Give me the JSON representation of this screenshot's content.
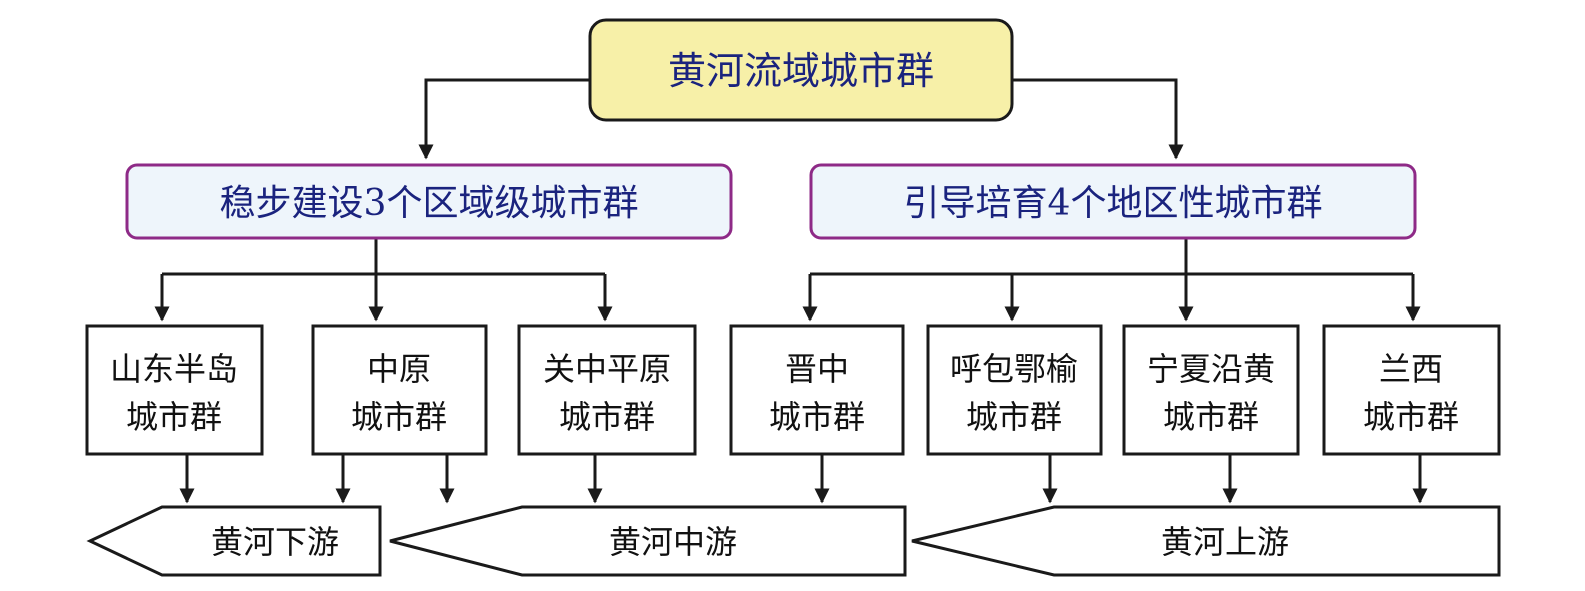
{
  "root": {
    "label": "黄河流域城市群"
  },
  "groups": [
    {
      "label": "稳步建设3个区域级城市群",
      "members": [
        {
          "line1": "山东半岛",
          "line2": "城市群"
        },
        {
          "line1": "中原",
          "line2": "城市群"
        },
        {
          "line1": "关中平原",
          "line2": "城市群"
        }
      ]
    },
    {
      "label": "引导培育4个地区性城市群",
      "members": [
        {
          "line1": "晋中",
          "line2": "城市群"
        },
        {
          "line1": "呼包鄂榆",
          "line2": "城市群"
        },
        {
          "line1": "宁夏沿黄",
          "line2": "城市群"
        },
        {
          "line1": "兰西",
          "line2": "城市群"
        }
      ]
    }
  ],
  "reaches": [
    {
      "label": "黄河下游"
    },
    {
      "label": "黄河中游"
    },
    {
      "label": "黄河上游"
    }
  ],
  "colors": {
    "root_fill": "#f7f0a8",
    "group_fill": "#eef5fb",
    "group_stroke": "#8e2a87",
    "title_text": "#1a237e",
    "line": "#1a1a1a"
  }
}
